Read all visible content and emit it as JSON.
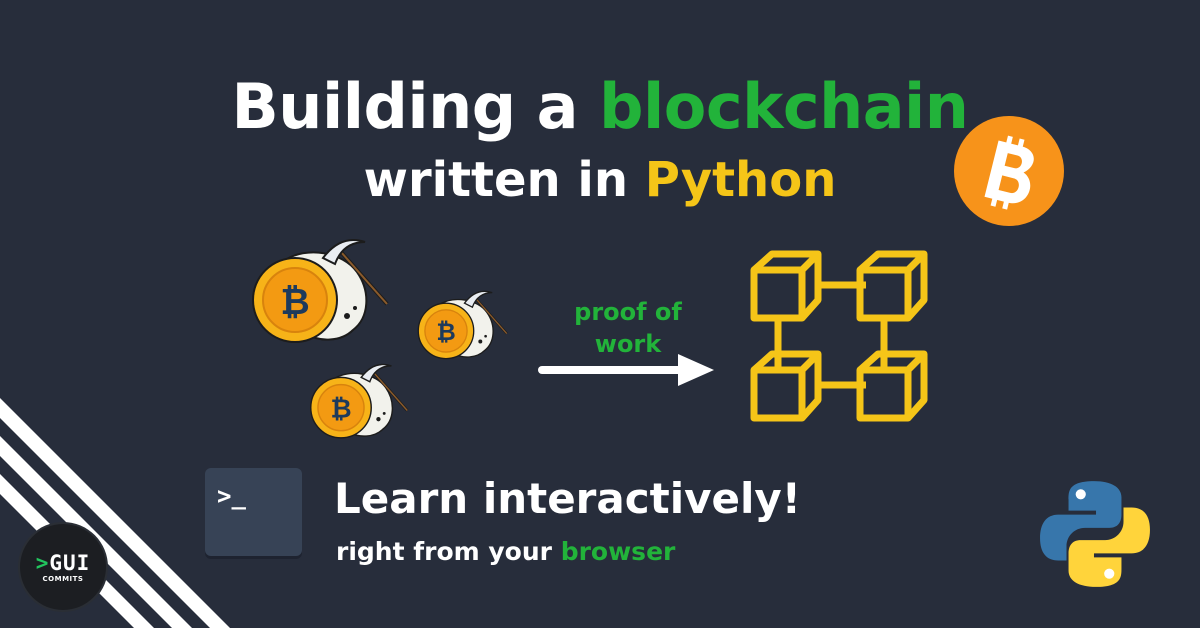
{
  "title": {
    "line1_prefix": "Building a ",
    "line1_highlight": "blockchain",
    "line2_prefix": "written in ",
    "line2_highlight": "Python"
  },
  "diagram": {
    "arrow_label_line1": "proof of",
    "arrow_label_line2": "work"
  },
  "terminal": {
    "prompt": ">_"
  },
  "cta": {
    "headline": "Learn interactively!",
    "sub_prefix": "right from your ",
    "sub_highlight": "browser"
  },
  "brand": {
    "logo_main": "GUI",
    "logo_chevron": ">",
    "logo_sub": "COMMITS"
  },
  "icons": [
    "bitcoin-icon",
    "mining-coin-icon",
    "pickaxe-icon",
    "arrow-right-icon",
    "blockchain-icon",
    "terminal-icon",
    "python-logo-icon"
  ],
  "colors": {
    "background": "#272d3b",
    "accent_green": "#22b33a",
    "accent_yellow": "#f5c518",
    "bitcoin_orange": "#f7931a",
    "python_blue": "#3776ab",
    "python_yellow": "#ffd43b"
  }
}
